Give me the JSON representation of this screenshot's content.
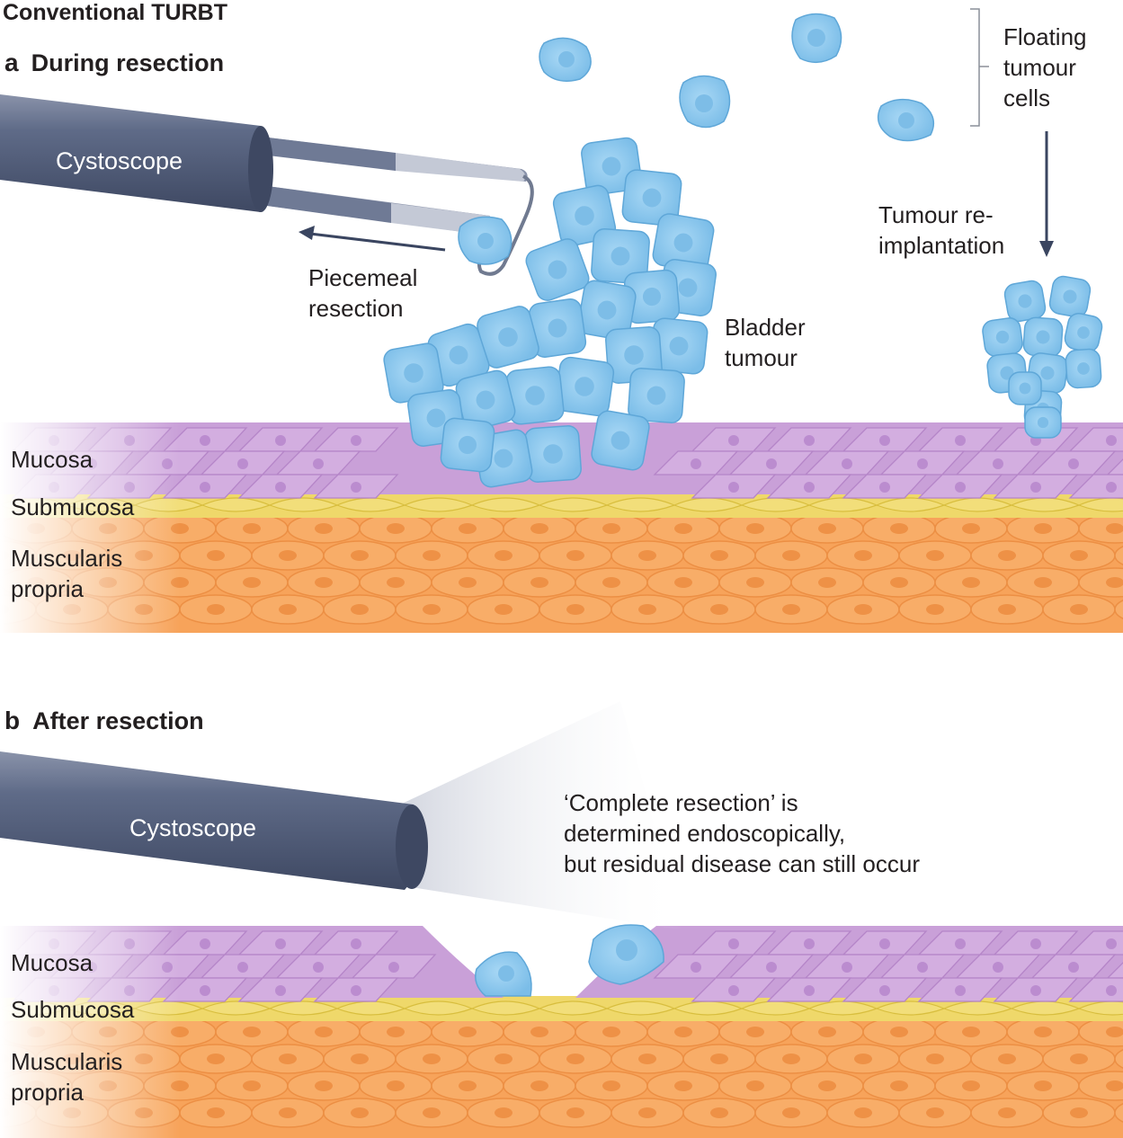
{
  "figure": {
    "title": "Conventional TURBT"
  },
  "panel_a": {
    "letter": "a",
    "title": "During resection",
    "cystoscope_label": "Cystoscope",
    "resection_label_line1": "Piecemeal",
    "resection_label_line2": "resection",
    "tumour_label_line1": "Bladder",
    "tumour_label_line2": "tumour",
    "floating_label_line1": "Floating",
    "floating_label_line2": "tumour",
    "floating_label_line3": "cells",
    "reimplant_label_line1": "Tumour re-",
    "reimplant_label_line2": "implantation",
    "layers": {
      "mucosa": "Mucosa",
      "submucosa": "Submucosa",
      "muscularis_line1": "Muscularis",
      "muscularis_line2": "propria"
    }
  },
  "panel_b": {
    "letter": "b",
    "title": "After resection",
    "cystoscope_label": "Cystoscope",
    "note_line1": "‘Complete resection’ is",
    "note_line2": "determined endoscopically,",
    "note_line3": "but residual disease can still occur",
    "layers": {
      "mucosa": "Mucosa",
      "submucosa": "Submucosa",
      "muscularis_line1": "Muscularis",
      "muscularis_line2": "propria"
    }
  },
  "colors": {
    "mucosa": "#c9a0d8",
    "submucosa": "#efd86a",
    "muscularis": "#f7a35a",
    "tumour_cell": "#8cc8ee",
    "cystoscope": "#4f5b78",
    "arrow": "#3a4560"
  }
}
